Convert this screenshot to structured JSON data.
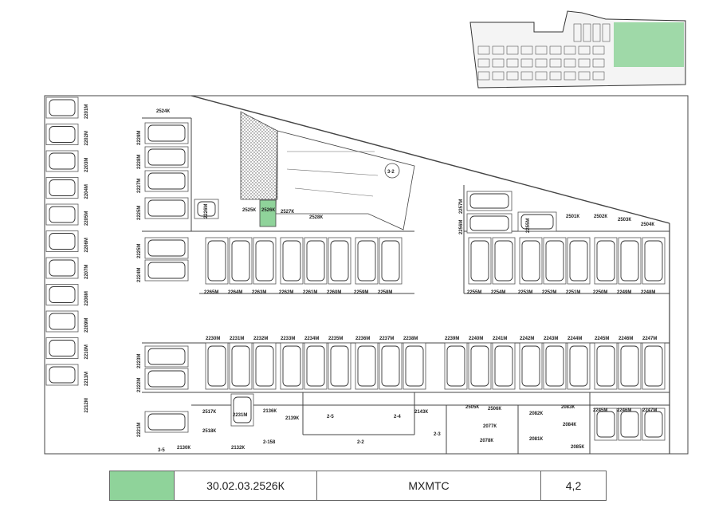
{
  "plan": {
    "highlight_color": "#8fd39a",
    "selected_spot": "2526К",
    "left_column_spots": [
      "2201М",
      "2202М",
      "2203М",
      "2204М",
      "2205М",
      "2206М",
      "2207М",
      "2208М",
      "2209М",
      "2210М",
      "2211М",
      "2212М"
    ],
    "upper_left_spots": [
      "2229М",
      "2228М",
      "2227М",
      "2225М",
      "2226М"
    ],
    "mid_left_spots": [
      "2225М",
      "2224М"
    ],
    "storage_top": [
      "2524К",
      "2525К",
      "2526К",
      "2527К",
      "2528К"
    ],
    "ramp_label": "3-2",
    "right_upper_spots": [
      "2257М",
      "2256М",
      "2255М"
    ],
    "storage_right": [
      "2501К",
      "2502К",
      "2503К",
      "2504К"
    ],
    "row_a_labels": [
      "2265М",
      "2264М",
      "2263М",
      "2262М",
      "2261М",
      "2260М",
      "2259М",
      "2258М",
      "2255М",
      "2254М",
      "2253М",
      "2252М",
      "2251М",
      "2250М",
      "2249М",
      "2248М"
    ],
    "row_b_labels": [
      "2230М",
      "2231М",
      "2232М",
      "2233М",
      "2234М",
      "2235М",
      "2236М",
      "2237М",
      "2238М",
      "2239М",
      "2240М",
      "2241М",
      "2242М",
      "2243М",
      "2244М",
      "2245М",
      "2246М",
      "2247М"
    ],
    "row_b_left": [
      "2223М",
      "2222М"
    ],
    "bottom_labels": [
      "2221М",
      "2517К",
      "2518К",
      "2231М",
      "2136К",
      "2139К",
      "2-5",
      "2-4",
      "2143К",
      "2-3",
      "2-2",
      "2-158",
      "2132К",
      "2130К",
      "3-5",
      "2505К",
      "2506К",
      "2077К",
      "2078К",
      "2082К",
      "2081К",
      "2083К",
      "2084К",
      "2085К",
      "2245М",
      "2246М",
      "2247М"
    ]
  },
  "info": {
    "swatch_color": "#8fd39a",
    "spot_number": "30.02.03.2526К",
    "category": "МХМТС",
    "area": "4,2"
  }
}
